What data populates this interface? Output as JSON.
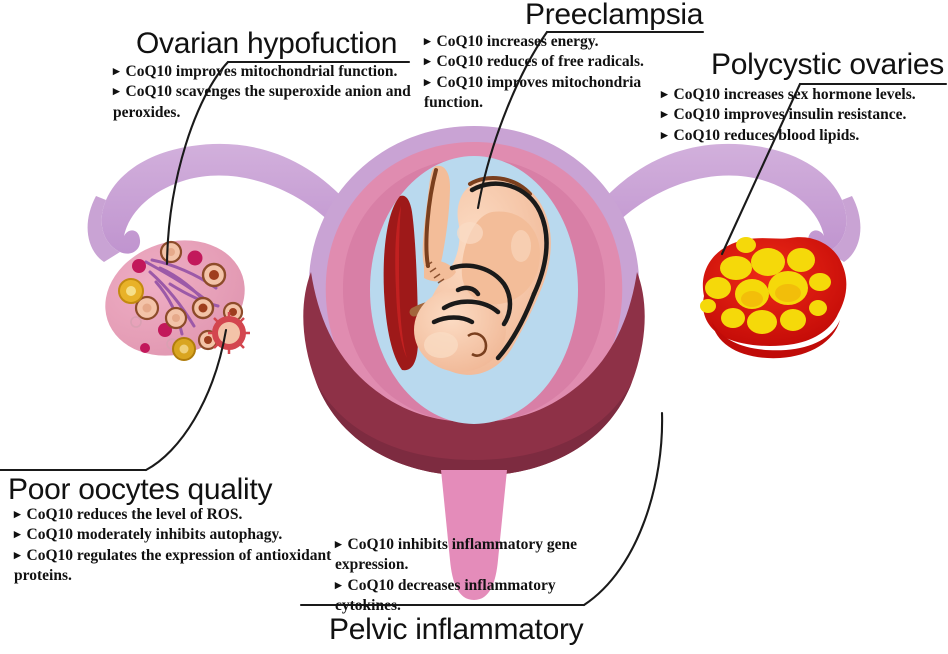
{
  "figure": {
    "subject": "CoQ10 effects on female reproductive disorders",
    "background": "#ffffff"
  },
  "blocks": {
    "ovarian": {
      "title": "Ovarian hypofuction",
      "bullets": [
        "CoQ10 improves mitochondrial function.",
        "CoQ10 scavenges the superoxide anion and peroxides."
      ]
    },
    "preeclampsia": {
      "title": "Preeclampsia",
      "bullets": [
        "CoQ10 increases energy.",
        "CoQ10 reduces of free radicals.",
        "CoQ10 improves mitochondria function."
      ]
    },
    "polycystic": {
      "title": "Polycystic ovaries",
      "bullets": [
        "CoQ10 increases sex hormone levels.",
        "CoQ10 improves insulin resistance.",
        "CoQ10 reduces blood lipids."
      ]
    },
    "oocytes": {
      "title": "Poor oocytes quality",
      "bullets": [
        "CoQ10 reduces the level of ROS.",
        "CoQ10 moderately inhibits autophagy.",
        "CoQ10 regulates the expression of antioxidant proteins."
      ]
    },
    "pelvic": {
      "title": "Pelvic inflammatory",
      "bullets": [
        "CoQ10 inhibits inflammatory gene expression.",
        "CoQ10 decreases inflammatory cytokines."
      ]
    }
  },
  "illustration": {
    "parts": [
      "fallopian-tube-left",
      "fallopian-tube-right",
      "uterus-fundus",
      "myometrium",
      "cervix",
      "amniotic-sac",
      "fetus",
      "placenta",
      "umbilical-cord",
      "ovary-normal-left",
      "polycystic-ovary-right"
    ],
    "colors": {
      "tube_lavender": "#c9a3d4",
      "fundus_pink": "#e08cb0",
      "fundus_rose": "#d87fa6",
      "myometrium": "#8e3147",
      "myometrium_dark": "#7d2b40",
      "cervix": "#e48cba",
      "amniotic_sac": "#b9d9ee",
      "fetus_skin": "#f3bd99",
      "fetus_shade": "#f8d6bb",
      "fetus_outline": "#7a3f1e",
      "placenta": "#9e1919",
      "cord": "#a3663c",
      "ovary_pink": "#e8a0b8",
      "follicle_red": "#c2185b",
      "follicle_peach": "#f3c3a8",
      "follicle_ring": "#8d4b2a",
      "follicle_yellow": "#e8b229",
      "vessel_purple": "#9c59a8",
      "pco_red": "#e3120b",
      "pco_red_dark": "#c00b08",
      "pco_cyst": "#f5d90a",
      "leader_line": "#1a1a1a"
    }
  }
}
